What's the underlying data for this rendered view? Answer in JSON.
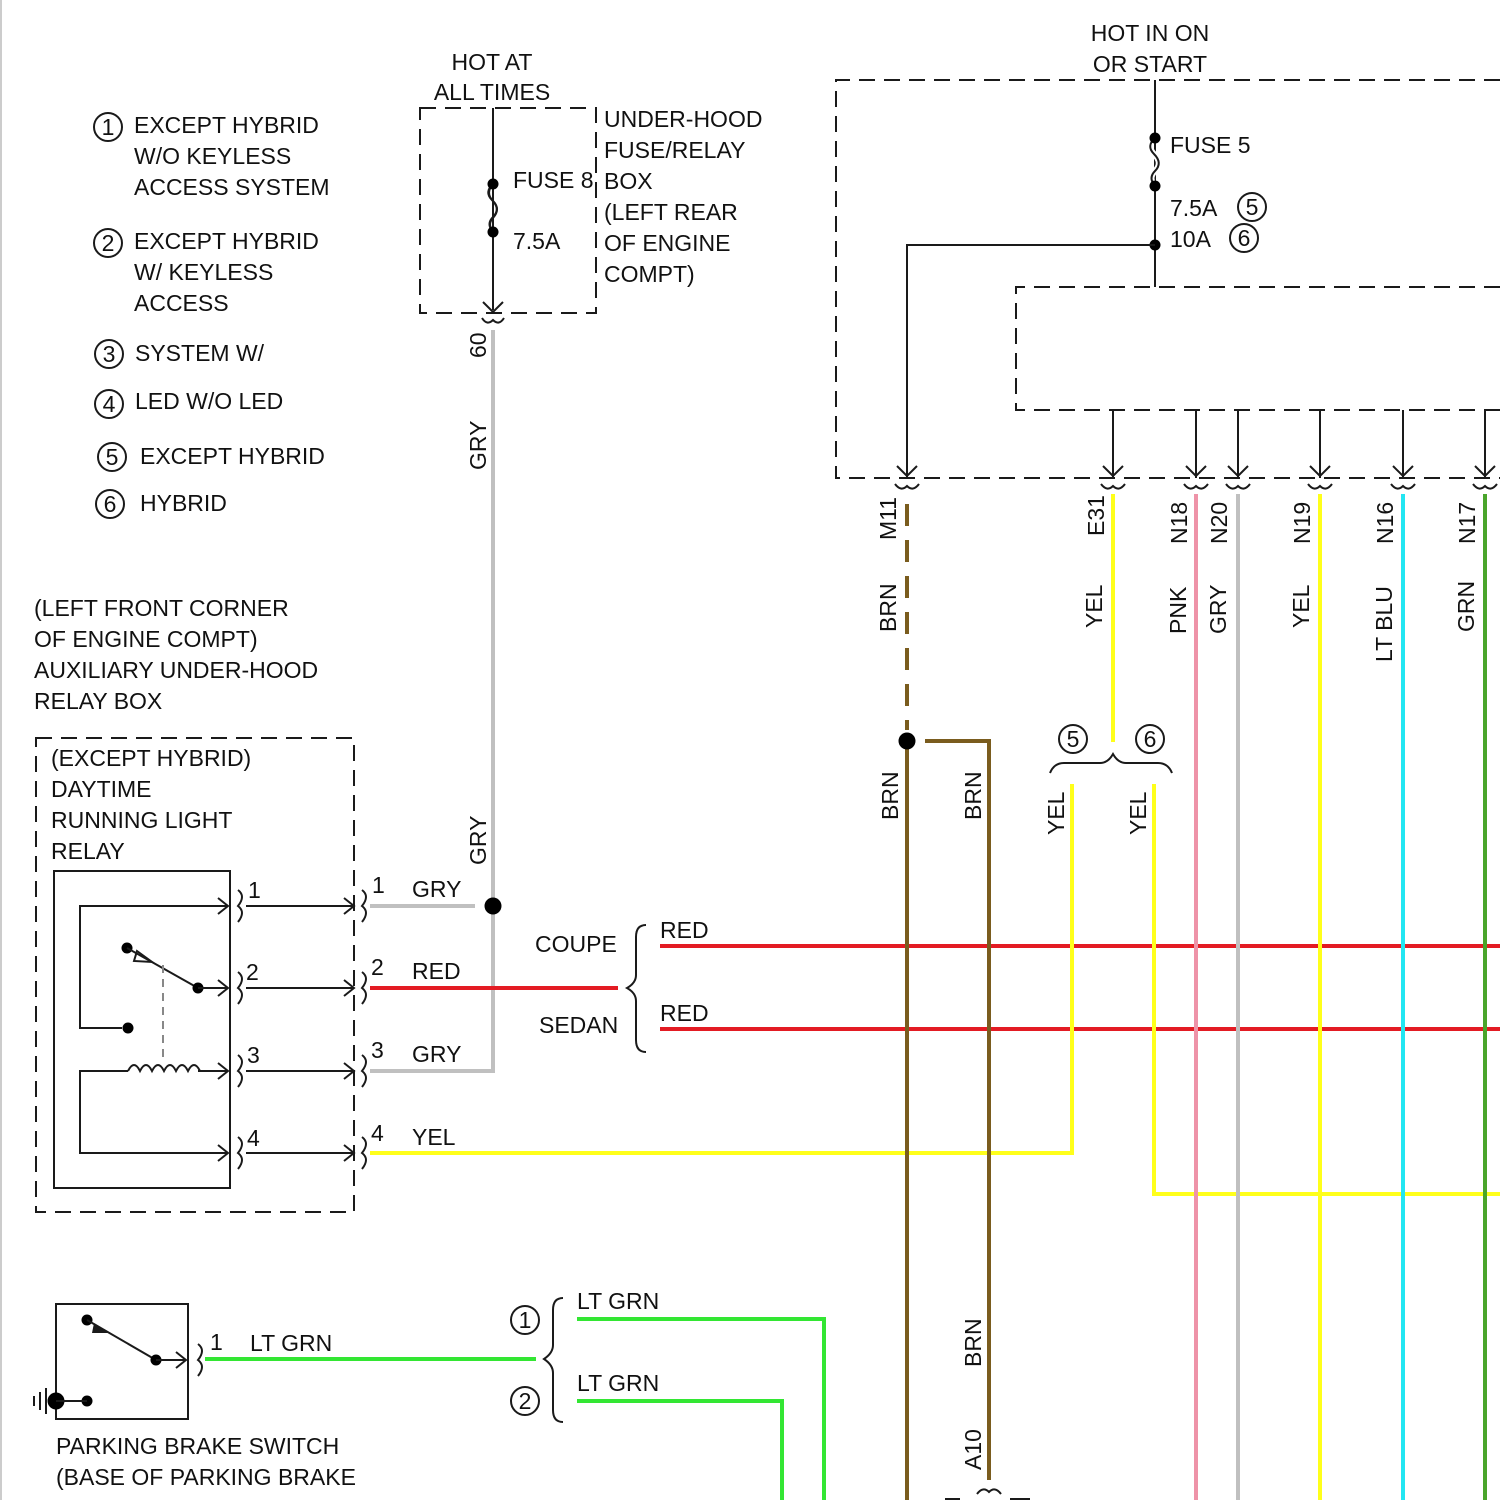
{
  "legend": [
    {
      "num": "1",
      "text": [
        "EXCEPT HYBRID",
        "W/O KEYLESS",
        "ACCESS SYSTEM"
      ]
    },
    {
      "num": "2",
      "text": [
        "EXCEPT HYBRID",
        "W/ KEYLESS",
        "ACCESS"
      ]
    },
    {
      "num": "3",
      "text": [
        "SYSTEM W/"
      ]
    },
    {
      "num": "4",
      "text": [
        "LED W/O LED"
      ]
    },
    {
      "num": "5",
      "text": [
        "EXCEPT HYBRID"
      ]
    },
    {
      "num": "6",
      "text": [
        "HYBRID"
      ]
    }
  ],
  "hot_at_all_times": [
    "HOT AT",
    "ALL TIMES"
  ],
  "underhood_box": {
    "fuse_label": "FUSE 8",
    "fuse_rating": "7.5A",
    "text": [
      "UNDER-HOOD",
      "FUSE/RELAY",
      "BOX",
      "(LEFT REAR",
      "OF ENGINE",
      "COMPT)"
    ],
    "output_pin": "60"
  },
  "hot_in_on": [
    "HOT IN ON",
    "OR START"
  ],
  "fuse5": {
    "label": "FUSE 5",
    "rating_a": "7.5A",
    "rating_a_note": "5",
    "rating_b": "10A",
    "rating_b_note": "6"
  },
  "top_connectors": [
    {
      "pin": "M11",
      "color_label": "BRN"
    },
    {
      "pin": "E31",
      "color_label": "YEL"
    },
    {
      "pin": "N18",
      "color_label": "PNK"
    },
    {
      "pin": "N20",
      "color_label": "GRY"
    },
    {
      "pin": "N19",
      "color_label": "YEL"
    },
    {
      "pin": "N16",
      "color_label": "LT BLU"
    },
    {
      "pin": "N17",
      "color_label": "GRN"
    }
  ],
  "aux_box_caption": [
    "(LEFT FRONT CORNER",
    "OF ENGINE COMPT)",
    "AUXILIARY UNDER-HOOD",
    "RELAY BOX"
  ],
  "relay": {
    "text": [
      "(EXCEPT HYBRID)",
      "DAYTIME",
      "RUNNING LIGHT",
      "RELAY"
    ],
    "pins": [
      {
        "num": "1",
        "wire": "GRY"
      },
      {
        "num": "2",
        "wire": "RED"
      },
      {
        "num": "3",
        "wire": "GRY"
      },
      {
        "num": "4",
        "wire": "YEL"
      }
    ]
  },
  "gry_labels": {
    "upper": "GRY",
    "lower": "GRY"
  },
  "coupe_sedan": {
    "coupe": "COUPE",
    "sedan": "SEDAN",
    "coupe_wire": "RED",
    "sedan_wire": "RED"
  },
  "brn_labels": {
    "left": "BRN",
    "right": "BRN",
    "bottom": "BRN",
    "bottom_pin": "A10"
  },
  "yel_split": {
    "left_note": "5",
    "right_note": "6",
    "left_label": "YEL",
    "right_label": "YEL"
  },
  "parking_brake": {
    "pin": "1",
    "wire": "LT GRN",
    "caption": [
      "PARKING BRAKE SWITCH",
      "(BASE OF PARKING BRAKE"
    ],
    "split_1_note": "1",
    "split_1_wire": "LT GRN",
    "split_2_note": "2",
    "split_2_wire": "LT GRN"
  },
  "wire_colors": {
    "GRY": "#c0c0c0",
    "RED": "#e31b23",
    "YEL": "#ffff1a",
    "BRN": "#7a5c1e",
    "PNK": "#ee93a8",
    "LT BLU": "#22e6f2",
    "GRN": "#4aa52b",
    "LT GRN": "#33e633"
  }
}
